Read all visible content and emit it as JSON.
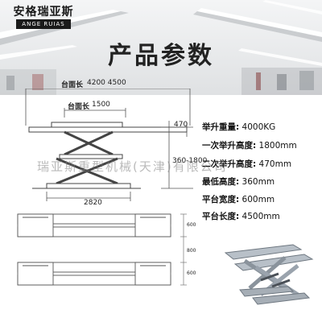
{
  "brand": {
    "name_cn": "安格瑞亚斯",
    "name_en": "ANGE RUIAS"
  },
  "title": "产品参数",
  "diagram": {
    "platform_length_label": "台面长",
    "platform_length_values": "4200  4500",
    "platform_width_label": "台面长",
    "platform_width_value": "1500",
    "height_value": "470",
    "total_height_value": "360-1800",
    "base_length_value": "2820",
    "plan_dim_top": "600",
    "plan_dim_middle": "800",
    "plan_dim_bottom": "600"
  },
  "specs": [
    {
      "key": "举升重量:",
      "value": "4000KG"
    },
    {
      "key": "一次举升高度:",
      "value": "1800mm"
    },
    {
      "key": "二次举升高度:",
      "value": "470mm"
    },
    {
      "key": "最低高度:",
      "value": "360mm"
    },
    {
      "key": "平台宽度:",
      "value": "600mm"
    },
    {
      "key": "平台长度:",
      "value": "4500mm"
    }
  ],
  "watermark": "瑞亚斯重型机械(天津)有限公司",
  "colors": {
    "accent": "#1a1a1a",
    "line": "#555555",
    "steel": "#9aa3ad"
  }
}
